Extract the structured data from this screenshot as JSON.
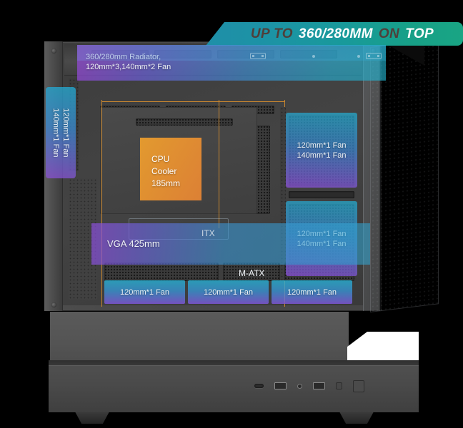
{
  "banner": {
    "part1": "UP TO",
    "part2": "360/280MM",
    "part3": "ON",
    "part4": "TOP"
  },
  "overlays": {
    "radiator": {
      "line1": "360/280mm Radiator,",
      "line2": "120mm*3,140mm*2 Fan"
    },
    "left_fan": {
      "line1": "120mm*1 Fan",
      "line2": "140mm*1 Fan"
    },
    "right_fan_top": {
      "line1": "120mm*1 Fan",
      "line2": "140mm*1 Fan"
    },
    "right_fan_bottom": {
      "line1": "120mm*1 Fan",
      "line2": "140mm*1 Fan"
    },
    "cpu_cooler": {
      "line1": "CPU",
      "line2": "Cooler",
      "line3": "185mm"
    },
    "vga": {
      "label": "VGA 425mm"
    },
    "bottom_fans": [
      {
        "label": "120mm*1 Fan"
      },
      {
        "label": "120mm*1 Fan"
      },
      {
        "label": "120mm*1 Fan"
      }
    ],
    "form_factor_itx": "ITX",
    "form_factor_matx": "M-ATX"
  },
  "io_ports": [
    {
      "name": "usb-c-port"
    },
    {
      "name": "usb-a-port"
    },
    {
      "name": "audio-jack"
    },
    {
      "name": "usb-a-port"
    },
    {
      "name": "reset-button"
    },
    {
      "name": "power-button"
    }
  ],
  "colors": {
    "banner_left": "#1f8fa8",
    "banner_right": "#19a584",
    "accent_cyan": "#23b2d0",
    "accent_purple": "#8c4eda",
    "accent_orange": "#eea02d",
    "guide_orange": "#d08a2e",
    "case_body": "#4a4a4a",
    "background": "#000000"
  }
}
